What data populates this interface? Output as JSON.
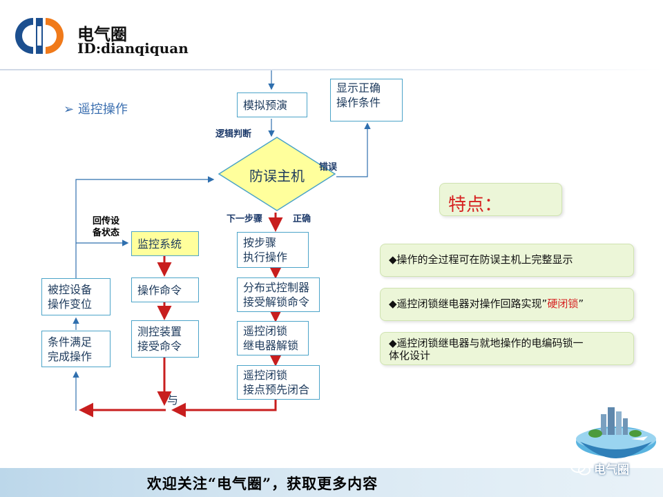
{
  "header": {
    "brand_name": "电气圈",
    "brand_id": "ID:dianqiquan"
  },
  "bullet": {
    "marker": "➢",
    "text": "遥控操作"
  },
  "flow": {
    "simulate": "模拟预演",
    "show_correct": [
      "显示正确",
      "操作条件"
    ],
    "host": "防误主机",
    "logic_label": "逻辑判断",
    "error_label": "错误",
    "next_step_label": "下一步骤",
    "correct_label": "正确",
    "feedback_label": [
      "回传设",
      "备状态"
    ],
    "monitor": "监控系统",
    "step_exec": [
      "按步骤",
      "执行操作"
    ],
    "operated": [
      "被控设备",
      "操作变位"
    ],
    "op_command": "操作命令",
    "distributed": [
      "分布式控制器",
      "接受解锁命令"
    ],
    "measure": [
      "测控装置",
      "接受命令"
    ],
    "relay_unlock": [
      "遥控闭锁",
      "继电器解锁"
    ],
    "condition_met": [
      "条件满足",
      "完成操作"
    ],
    "contact_close": [
      "遥控闭锁",
      "接点预先闭合"
    ],
    "and_label": "与"
  },
  "features": {
    "title": "特点：",
    "items": [
      {
        "marker": "◆",
        "text": "操作的全过程可在防误主机上完整显示"
      },
      {
        "marker": "◆",
        "text": "遥控闭锁继电器对操作回路实现”",
        "highlight": "硬闭锁",
        "suffix": "”"
      },
      {
        "marker": "◆",
        "text": "遥控闭锁继电器与就地操作的电编码锁一体化设计"
      }
    ]
  },
  "footer": {
    "text": "欢迎关注“电气圈”，获取更多内容",
    "wechat_label": "电气圈"
  },
  "colors": {
    "accent_blue": "#3b6fb0",
    "box_border": "#4aa3c8",
    "highlight_yellow": "#ffff9c",
    "panel_green": "#ecf6d8",
    "flow_red": "#c81e1e",
    "feature_red": "#d62020"
  }
}
